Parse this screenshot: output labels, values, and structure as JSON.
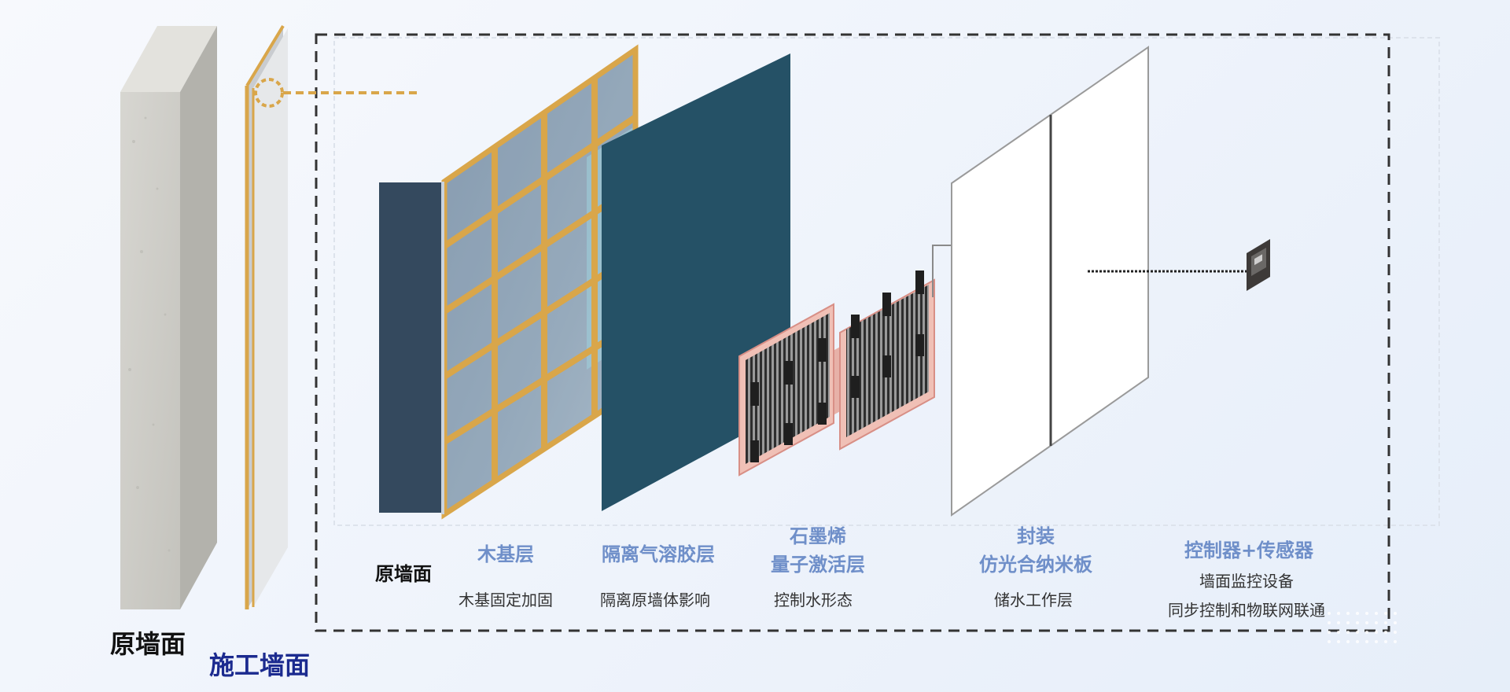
{
  "wall_labels": {
    "original_wall": "原墙面",
    "construction_wall": "施工墙面"
  },
  "layers": [
    {
      "title": "原墙面",
      "desc": ""
    },
    {
      "title": "木基层",
      "desc": "木基固定加固"
    },
    {
      "title": "隔离气溶胶层",
      "desc": "隔离原墙体影响"
    },
    {
      "title_lines": [
        "石墨烯",
        "量子激活层"
      ],
      "desc": "控制水形态"
    },
    {
      "title_lines": [
        "封装",
        "仿光合纳米板"
      ],
      "desc": "储水工作层"
    },
    {
      "title": "控制器+传感器",
      "desc_lines": [
        "墙面监控设备",
        "同步控制和物联网联通"
      ]
    }
  ],
  "colors": {
    "frame_orange": "#d9a64a",
    "title_blue": "#6f8fc9",
    "dark_blue_panel": "#34495e",
    "teal_panel": "#255166",
    "label_navy": "#1b2a8f"
  }
}
